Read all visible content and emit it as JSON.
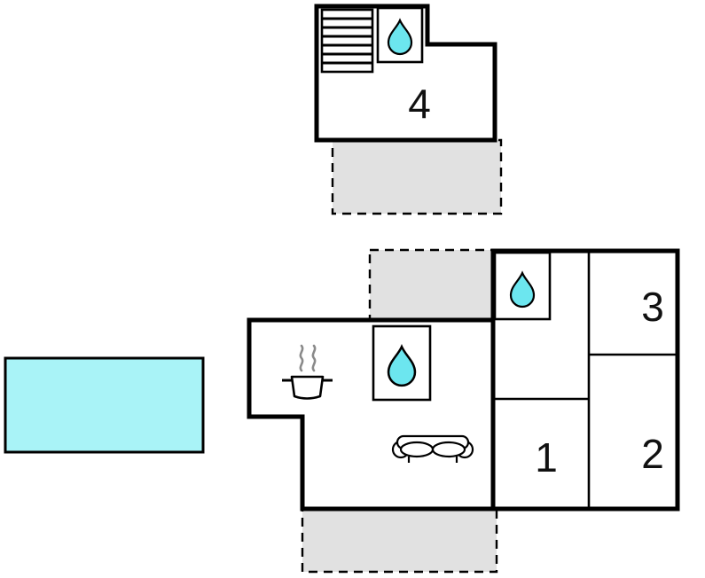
{
  "diagram": {
    "type": "floor-plan",
    "rooms": {
      "room4": {
        "label": "4"
      },
      "room3": {
        "label": "3"
      },
      "room2": {
        "label": "2"
      },
      "room1": {
        "label": "1"
      }
    },
    "colors": {
      "pool": "#a9f3f7",
      "water_drop": "#6ce6ef",
      "terrace": "#e1e1e1",
      "wall": "#000000",
      "background": "#ffffff",
      "steam": "#8a8a8a"
    },
    "icons": {
      "stairs": "stairs-icon",
      "shower_top": "water-drop-icon",
      "shower_left_wing": "water-drop-icon",
      "shower_right_wing": "water-drop-icon",
      "kitchen": "cooking-pot-icon",
      "living": "sofa-icon",
      "pool": "swimming-pool"
    }
  }
}
